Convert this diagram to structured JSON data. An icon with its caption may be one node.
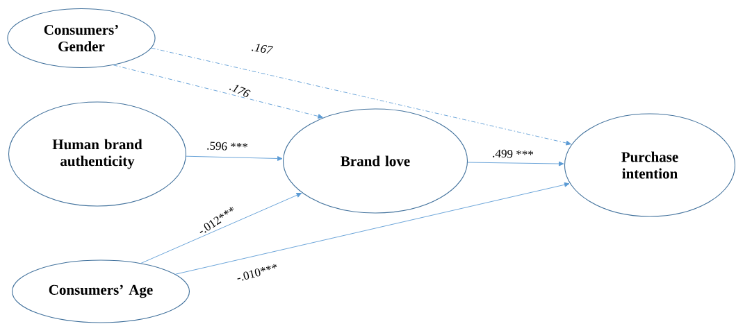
{
  "diagram": {
    "nodes": [
      {
        "text": [
          "Consumers’ Gender"
        ]
      },
      {
        "text": [
          "Human brand authenticity"
        ]
      },
      {
        "text": [
          "Consumers’ Age"
        ]
      },
      {
        "text": [
          "Brand love"
        ]
      },
      {
        "text": [
          "Purchase intention"
        ]
      }
    ],
    "edges": [
      {
        "from": 0,
        "to": 4,
        "arrow": "to",
        "label": ".167",
        "style": "dashed"
      },
      {
        "from": 0,
        "to": 3,
        "arrow": "to",
        "label": ".176",
        "style": "dashed"
      },
      {
        "from": 1,
        "to": 3,
        "arrow": "to",
        "label": ".596 ***"
      },
      {
        "from": 3,
        "to": 4,
        "arrow": "to",
        "label": ".499 ***"
      },
      {
        "from": 2,
        "to": 3,
        "arrow": "to",
        "label": "-.012***"
      },
      {
        "from": 2,
        "to": 4,
        "arrow": "to",
        "label": "-.010***"
      }
    ]
  }
}
